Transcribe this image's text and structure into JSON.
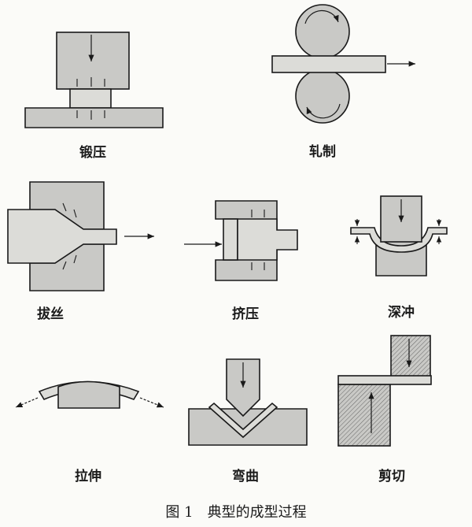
{
  "figure": {
    "caption_number": "图 1",
    "caption_text": "典型的成型过程"
  },
  "panels": [
    {
      "id": "forging",
      "label": "锻压"
    },
    {
      "id": "rolling",
      "label": "轧制"
    },
    {
      "id": "wire_drawing",
      "label": "拔丝"
    },
    {
      "id": "extrusion",
      "label": "挤压"
    },
    {
      "id": "deep_drawing",
      "label": "深冲"
    },
    {
      "id": "stretching",
      "label": "拉伸"
    },
    {
      "id": "bending",
      "label": "弯曲"
    },
    {
      "id": "shearing",
      "label": "剪切"
    }
  ],
  "colors": {
    "fill": "#c9c9c6",
    "fill_light": "#d8d8d4",
    "stroke": "#1a1a1a"
  }
}
